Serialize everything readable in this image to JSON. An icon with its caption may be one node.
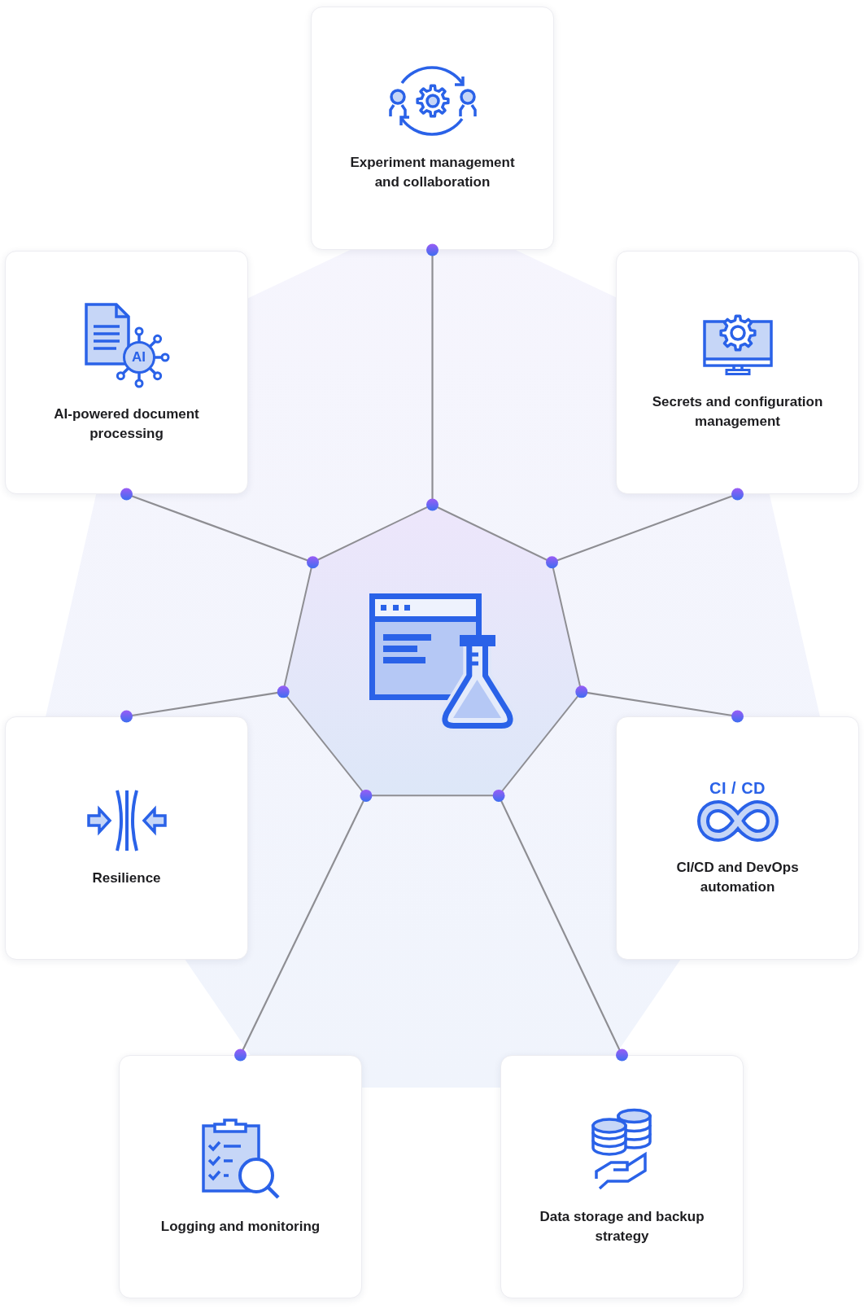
{
  "diagram": {
    "nodes": [
      {
        "text": [
          "Experiment management and collaboration"
        ]
      },
      {
        "text": [
          "AI",
          "AI-powered document processing"
        ]
      },
      {
        "text": [
          "Secrets and configuration management"
        ]
      },
      {
        "text": [],
        "shape": "heptagon"
      },
      {
        "text": [
          "Resilience"
        ]
      },
      {
        "text": [
          "CI / CD",
          "CI/CD and DevOps automation"
        ]
      },
      {
        "text": [
          "Logging and monitoring"
        ]
      },
      {
        "text": [
          "Data storage and backup strategy"
        ]
      }
    ],
    "edges": [
      {
        "from": 3,
        "to": 0,
        "arrow": "other"
      },
      {
        "from": 3,
        "to": 1,
        "arrow": "other"
      },
      {
        "from": 3,
        "to": 2,
        "arrow": "other"
      },
      {
        "from": 3,
        "to": 4,
        "arrow": "other"
      },
      {
        "from": 3,
        "to": 5,
        "arrow": "other"
      },
      {
        "from": 3,
        "to": 6,
        "arrow": "other"
      },
      {
        "from": 3,
        "to": 7,
        "arrow": "other"
      }
    ]
  }
}
